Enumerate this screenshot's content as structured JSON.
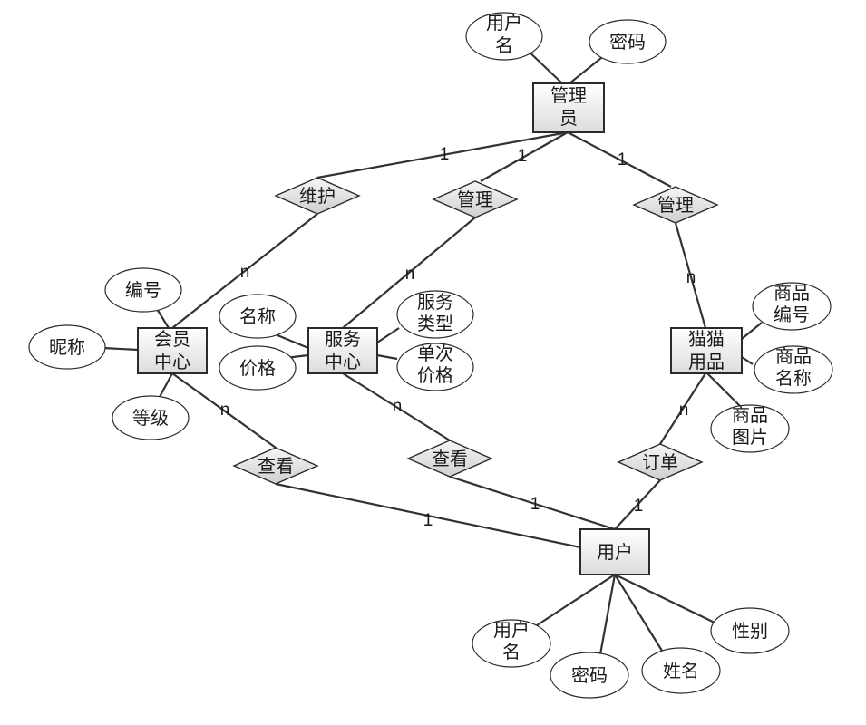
{
  "entities": {
    "admin": {
      "lines": [
        "管理",
        "员"
      ]
    },
    "member_center": {
      "lines": [
        "会员",
        "中心"
      ]
    },
    "service_center": {
      "lines": [
        "服务",
        "中心"
      ]
    },
    "cat_supplies": {
      "lines": [
        "猫猫",
        "用品"
      ]
    },
    "user": {
      "lines": [
        "用户"
      ]
    }
  },
  "relationships": {
    "maintain": "维护",
    "manage_service": "管理",
    "manage_supplies": "管理",
    "view_member": "查看",
    "view_service": "查看",
    "order": "订单"
  },
  "attributes": {
    "admin_username": {
      "lines": [
        "用户",
        "名"
      ]
    },
    "admin_password": {
      "lines": [
        "密码"
      ]
    },
    "member_id": {
      "lines": [
        "编号"
      ]
    },
    "member_nickname": {
      "lines": [
        "昵称"
      ]
    },
    "member_level": {
      "lines": [
        "等级"
      ]
    },
    "service_name": {
      "lines": [
        "名称"
      ]
    },
    "service_price": {
      "lines": [
        "价格"
      ]
    },
    "service_type": {
      "lines": [
        "服务",
        "类型"
      ]
    },
    "service_unit_price": {
      "lines": [
        "单次",
        "价格"
      ]
    },
    "goods_id": {
      "lines": [
        "商品",
        "编号"
      ]
    },
    "goods_name": {
      "lines": [
        "商品",
        "名称"
      ]
    },
    "goods_image": {
      "lines": [
        "商品",
        "图片"
      ]
    },
    "user_username": {
      "lines": [
        "用户",
        "名"
      ]
    },
    "user_password": {
      "lines": [
        "密码"
      ]
    },
    "user_name": {
      "lines": [
        "姓名"
      ]
    },
    "user_gender": {
      "lines": [
        "性别"
      ]
    }
  },
  "cardinalities": {
    "admin_maintain": "1",
    "admin_manage_service": "1",
    "admin_manage_supplies": "1",
    "maintain_member": "n",
    "manage_service_center": "n",
    "manage_supplies_goods": "n",
    "member_view": "n",
    "service_view": "n",
    "supplies_order": "n",
    "view_member_user": "1",
    "view_service_user": "1",
    "order_user": "1"
  }
}
